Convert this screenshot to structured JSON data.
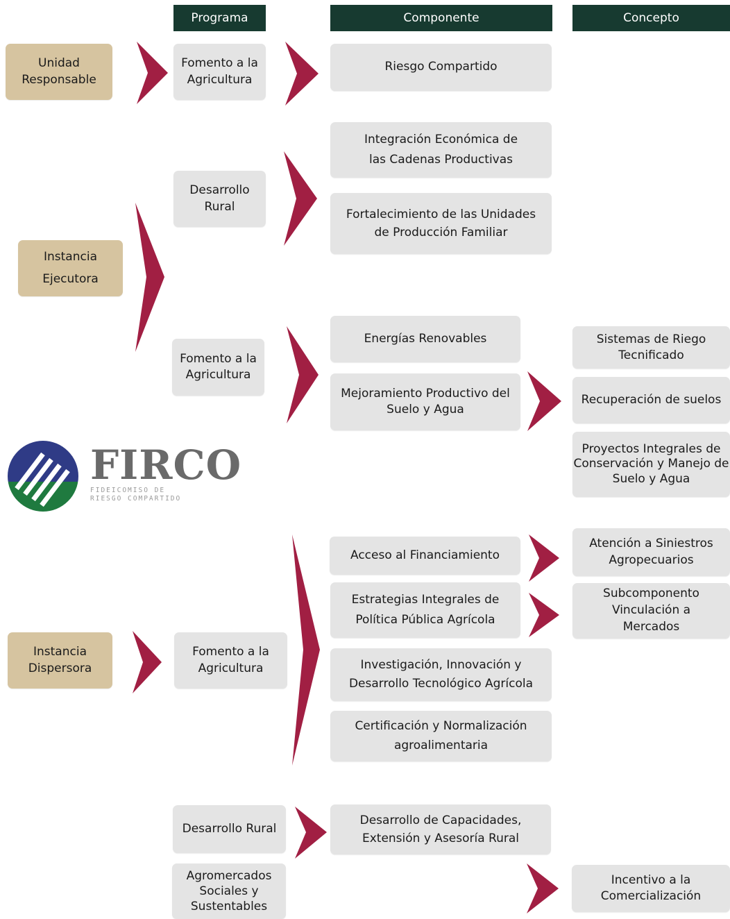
{
  "headers": {
    "programa": "Programa",
    "componente": "Componente",
    "concepto": "Concepto"
  },
  "left": {
    "unidad": "Unidad Responsable",
    "ejecutora": "Instancia Ejecutora",
    "dispersora": "Instancia Dispersora"
  },
  "programas": {
    "p1": "Fomento a la Agricultura",
    "p2": "Desarrollo Rural",
    "p3": "Fomento a la Agricultura",
    "p4": "Fomento a la Agricultura",
    "p5": "Desarrollo Rural",
    "p6": "Agromercados Sociales y Sustentables"
  },
  "componentes": {
    "c1": "Riesgo Compartido",
    "c2": "Integración Económica de las Cadenas Productivas",
    "c3": "Fortalecimiento de las Unidades de Producción Familiar",
    "c4": "Energías Renovables",
    "c5": "Mejoramiento Productivo del Suelo y Agua",
    "c6": "Acceso al Financiamiento",
    "c7": "Estrategias Integrales de Política Pública Agrícola",
    "c8": "Investigación, Innovación y Desarrollo Tecnológico Agrícola",
    "c9": "Certificación y Normalización agroalimentaria",
    "c10": "Desarrollo de Capacidades, Extensión y Asesoría Rural"
  },
  "conceptos": {
    "k1": "Sistemas de Riego Tecnificado",
    "k2": "Recuperación de suelos",
    "k3": "Proyectos Integrales de Conservación y Manejo de Suelo y Agua",
    "k4": "Atención a Siniestros Agropecuarios",
    "k5": "Subcomponento Vinculación a Mercados",
    "k6": "Incentivo a la Comercialización"
  },
  "logo": {
    "name": "FIRCO",
    "subtitle_1": "FIDEICOMISO DE",
    "subtitle_2": "RIESGO COMPARTIDO"
  },
  "colors": {
    "header_bg": "#173a30",
    "tan_box": "#d6c4a0",
    "gray_box": "#e4e4e4",
    "arrow": "#a11f43"
  }
}
